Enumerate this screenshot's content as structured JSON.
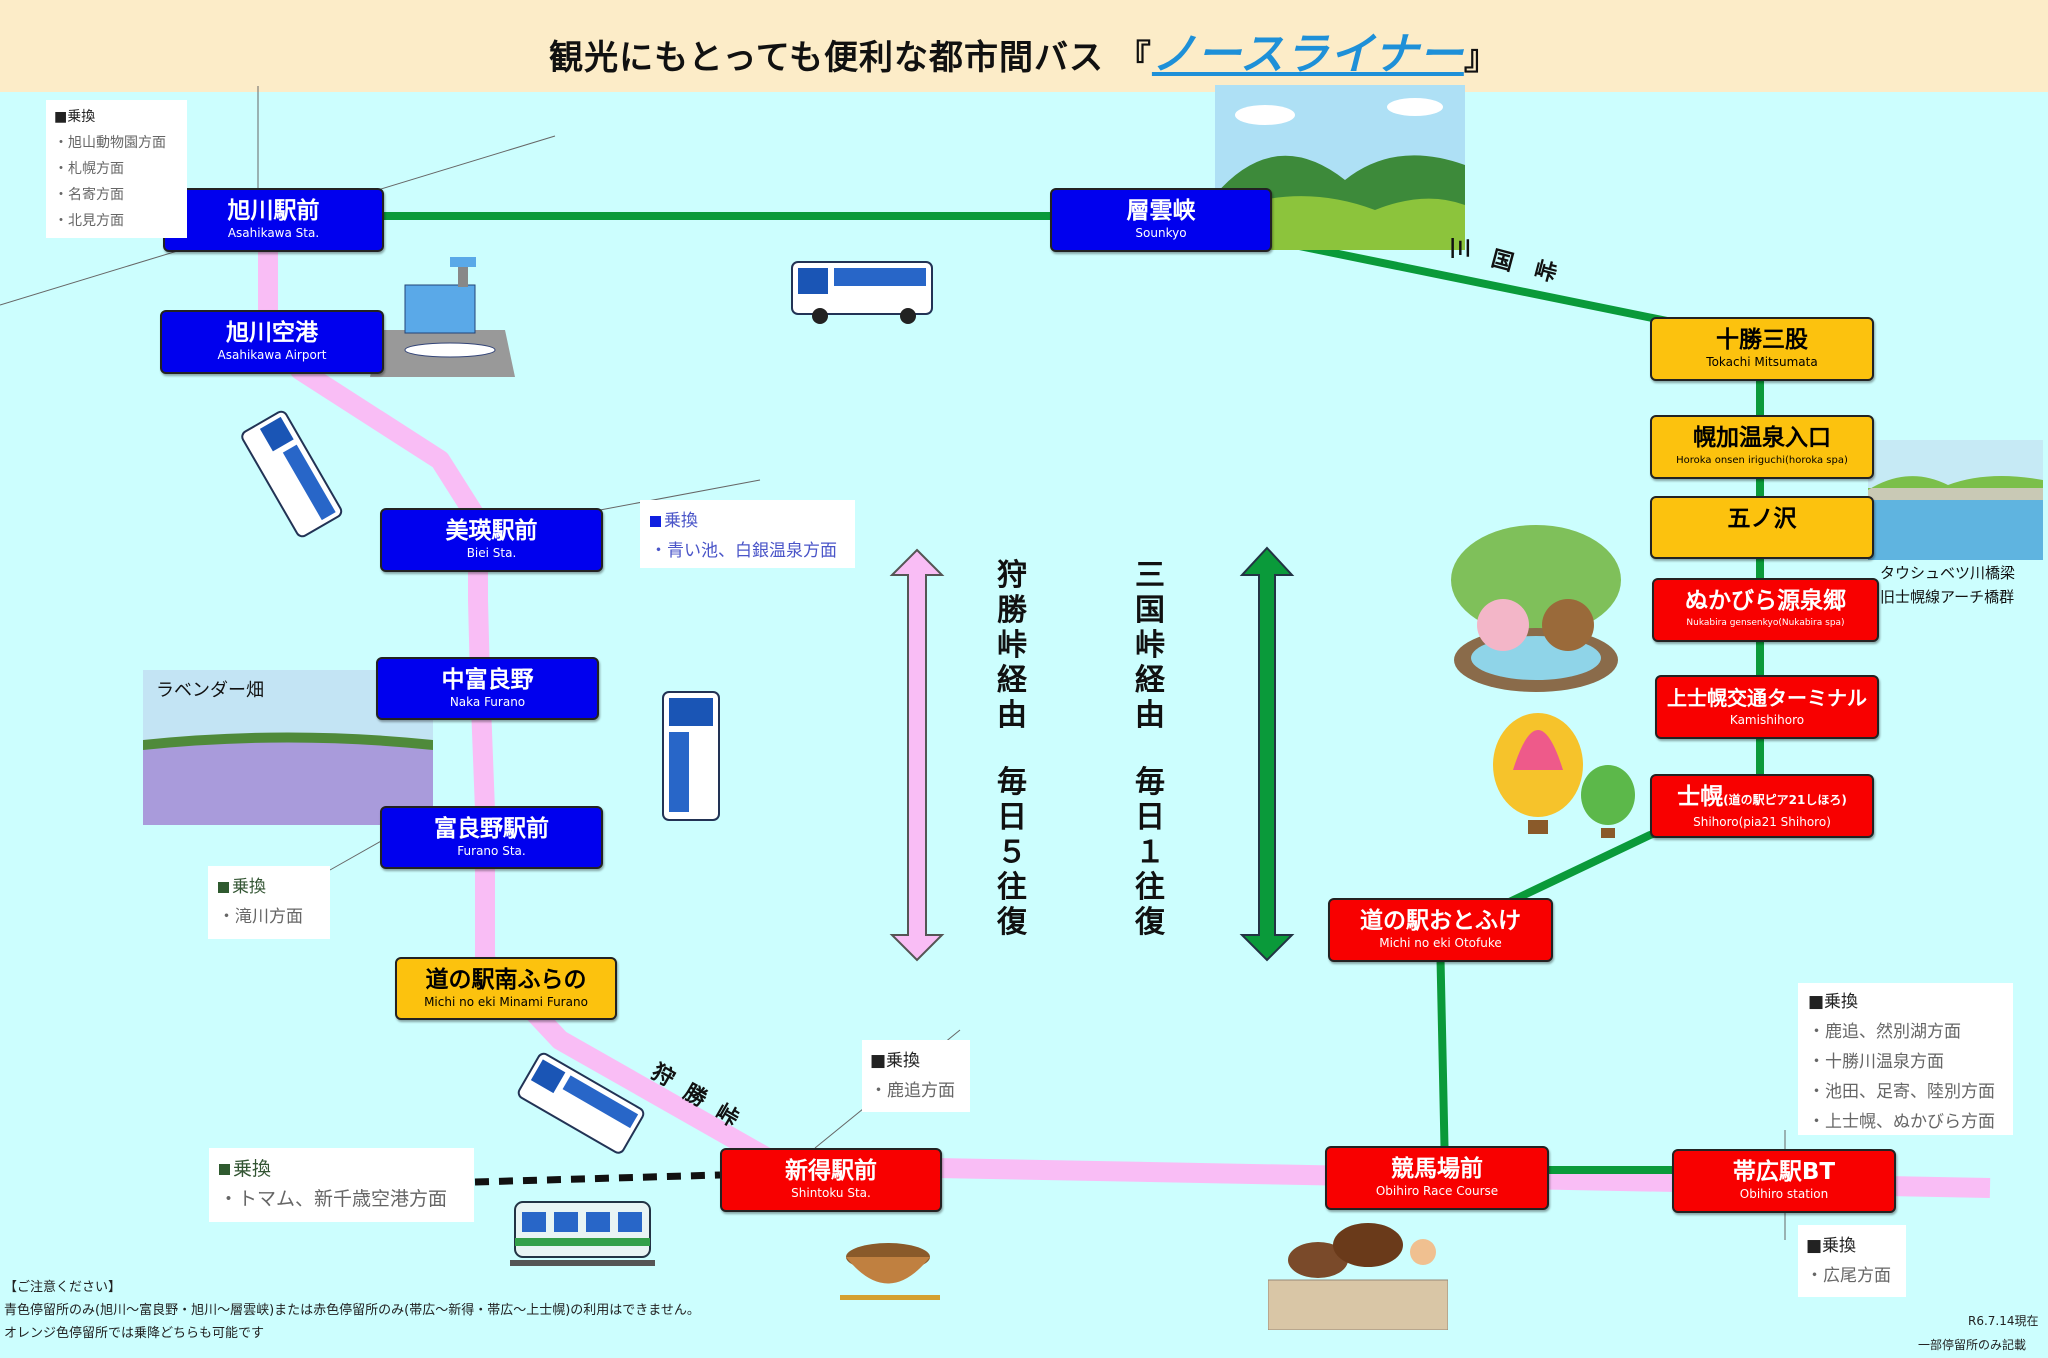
{
  "header": {
    "title_prefix": "観光にもとっても便利な都市間バス",
    "open_bracket": "『",
    "brand": "ノースライナー",
    "close_bracket": "』"
  },
  "stations": {
    "asahikawa_sta": {
      "jp": "旭川駅前",
      "en": "Asahikawa Sta.",
      "color": "blue"
    },
    "asahikawa_airport": {
      "jp": "旭川空港",
      "en": "Asahikawa Airport",
      "color": "blue"
    },
    "biei": {
      "jp": "美瑛駅前",
      "en": "Biei Sta.",
      "color": "blue"
    },
    "naka_furano": {
      "jp": "中富良野",
      "en": "Naka Furano",
      "color": "blue"
    },
    "furano": {
      "jp": "富良野駅前",
      "en": "Furano Sta.",
      "color": "blue"
    },
    "minami_furano": {
      "jp": "道の駅南ふらの",
      "en": "Michi no eki Minami Furano",
      "color": "orange"
    },
    "shintoku": {
      "jp": "新得駅前",
      "en": "Shintoku Sta.",
      "color": "red"
    },
    "sounkyo": {
      "jp": "層雲峡",
      "en": "Sounkyo",
      "color": "blue"
    },
    "mitsumata": {
      "jp": "十勝三股",
      "en": "Tokachi Mitsumata",
      "color": "orange"
    },
    "horoka": {
      "jp": "幌加温泉入口",
      "en": "Horoka onsen iriguchi(horoka spa)",
      "color": "orange"
    },
    "gonosawa": {
      "jp": "五ノ沢",
      "en": "",
      "color": "orange"
    },
    "nukabira": {
      "jp": "ぬかびら源泉郷",
      "en": "Nukabira gensenkyo(Nukabira spa)",
      "color": "red"
    },
    "kamishihoro": {
      "jp": "上士幌交通ターミナル",
      "en": "Kamishihoro",
      "color": "red"
    },
    "shihoro_main": "士幌",
    "shihoro_sub": "(道の駅ピア21しほろ)",
    "shihoro_en": "Shihoro(pia21 Shihoro)",
    "otofuke": {
      "jp": "道の駅おとふけ",
      "en": "Michi no eki Otofuke",
      "color": "red"
    },
    "race_course": {
      "jp": "競馬場前",
      "en": "Obihiro Race Course",
      "color": "red"
    },
    "obihiro": {
      "jp": "帯広駅BT",
      "en": "Obihiro station",
      "color": "red"
    }
  },
  "transfers": {
    "asahikawa": {
      "heading": "■乗換",
      "items": [
        "・旭山動物園方面",
        "・札幌方面",
        "・名寄方面",
        "・北見方面"
      ]
    },
    "biei": {
      "heading": "乗換",
      "items": [
        "・青い池、白銀温泉方面"
      ]
    },
    "furano": {
      "heading": "乗換",
      "items": [
        "・滝川方面"
      ]
    },
    "shintoku_east": {
      "heading": "■乗換",
      "items": [
        "・鹿追方面"
      ]
    },
    "shintoku_west": {
      "heading": "乗換",
      "items": [
        "・トマム、新千歳空港方面"
      ]
    },
    "race_course": {
      "heading": "■乗換",
      "items": [
        "・鹿追、然別湖方面",
        "・十勝川温泉方面",
        "・池田、足寄、陸別方面",
        "・上士幌、ぬかびら方面"
      ]
    },
    "obihiro": {
      "heading": "■乗換",
      "items": [
        "・広尾方面"
      ]
    }
  },
  "routes": {
    "karikachi": {
      "via": "狩勝峠経由",
      "freq": "毎日５往復",
      "pass_chars": [
        "狩",
        "勝",
        "峠"
      ],
      "color": "#f9bdf5"
    },
    "mikuni": {
      "via": "三国峠経由",
      "freq": "毎日１往復",
      "pass_chars": [
        "三",
        "国",
        "峠"
      ],
      "color": "#0a9a3a"
    }
  },
  "labels": {
    "lavender": "ラベンダー畑",
    "bridge_1": "タウシュベツ川橋梁",
    "bridge_2": "旧士幌線アーチ橋群"
  },
  "notes": {
    "heading": "【ご注意ください】",
    "line1": "青色停留所のみ(旭川～富良野・旭川～層雲峡)または赤色停留所のみ(帯広～新得・帯広～上士幌)の利用はできません。",
    "line2": "オレンジ色停留所では乗降どちらも可能です",
    "date": "R6.7.14現在",
    "partial": "一部停留所のみ記載"
  },
  "icons": [
    "bus-icon",
    "airport-icon",
    "train-icon",
    "hot-spring-bears-icon",
    "balloon-icon",
    "soba-icon",
    "horse-race-icon",
    "mountain-scene-icon",
    "bridge-scene-icon",
    "lavender-field-icon"
  ]
}
